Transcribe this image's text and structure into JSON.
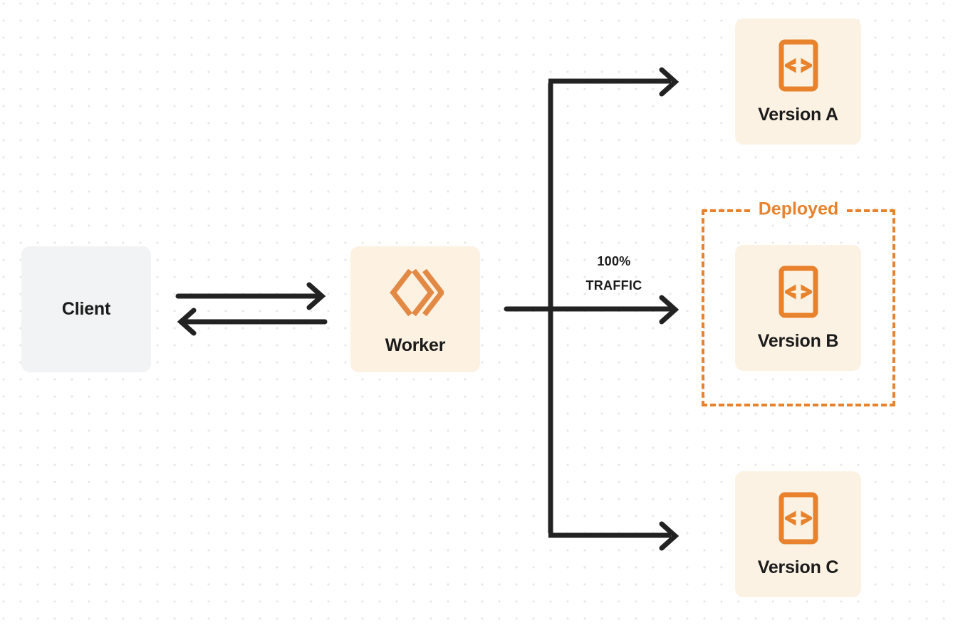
{
  "diagram": {
    "title": "Worker version traffic routing",
    "background": {
      "color": "#ffffff",
      "dot_color": "#e7e7e7",
      "dot_spacing": 24
    },
    "colors": {
      "orange": "#e8822c",
      "card_cream": "#fcf2e3",
      "worker_cream": "#fdf1e1",
      "client_gray": "#f2f3f4",
      "arrow_dark": "#222222",
      "text_dark": "#1b1b1b"
    },
    "nodes": {
      "client": {
        "label": "Client",
        "icon": "none"
      },
      "worker": {
        "label": "Worker",
        "icon": "cloudflare-workers-logo"
      },
      "version_a": {
        "label": "Version A",
        "icon": "code-document-icon"
      },
      "version_b": {
        "label": "Version B",
        "icon": "code-document-icon"
      },
      "version_c": {
        "label": "Version C",
        "icon": "code-document-icon"
      }
    },
    "group": {
      "deployed_label": "Deployed",
      "contains": "version_b",
      "border_style": "dashed"
    },
    "traffic": {
      "percent": "100%",
      "unit": "TRAFFIC",
      "target": "version_b"
    },
    "edges": [
      {
        "name": "client-to-worker",
        "from": "client",
        "to": "worker",
        "direction": "right"
      },
      {
        "name": "worker-to-client",
        "from": "worker",
        "to": "client",
        "direction": "left"
      },
      {
        "name": "worker-to-version-a",
        "from": "worker",
        "to": "version_a",
        "direction": "right"
      },
      {
        "name": "worker-to-version-b",
        "from": "worker",
        "to": "version_b",
        "direction": "right"
      },
      {
        "name": "worker-to-version-c",
        "from": "worker",
        "to": "version_c",
        "direction": "right"
      }
    ]
  }
}
